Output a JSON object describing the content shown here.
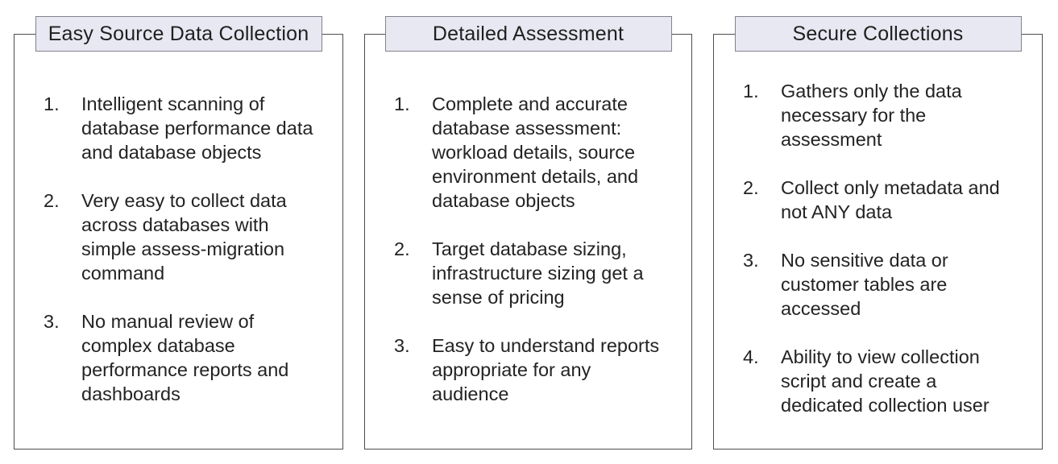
{
  "colors": {
    "background": "#ffffff",
    "panel_border": "#4d4d4d",
    "header_fill": "#e8e8f2",
    "header_border": "#82828c",
    "text": "#232323"
  },
  "panels": [
    {
      "title": "Easy Source Data Collection",
      "items": [
        {
          "num": "1.",
          "text": "Intelligent scanning of\ndatabase performance data\nand database objects"
        },
        {
          "num": "2.",
          "text": "Very easy to collect data\nacross databases with\nsimple assess-migration\ncommand"
        },
        {
          "num": "3.",
          "text": "No manual review of\ncomplex database\nperformance reports and\ndashboards"
        }
      ]
    },
    {
      "title": "Detailed Assessment",
      "items": [
        {
          "num": "1.",
          "text": "Complete and accurate\ndatabase assessment:\nworkload details, source\nenvironment details, and\ndatabase objects"
        },
        {
          "num": "2.",
          "text": "Target database sizing,\ninfrastructure sizing get a\nsense of pricing"
        },
        {
          "num": "3.",
          "text": "Easy to understand reports\nappropriate for any\naudience"
        }
      ]
    },
    {
      "title": "Secure Collections",
      "items": [
        {
          "num": "1.",
          "text": "Gathers only the data\nnecessary for the\nassessment"
        },
        {
          "num": "2.",
          "text": "Collect only metadata and\nnot ANY data"
        },
        {
          "num": "3.",
          "text": "No sensitive data or\ncustomer tables are\naccessed"
        },
        {
          "num": "4.",
          "text": "Ability to view collection\nscript and create a\ndedicated collection user"
        }
      ]
    }
  ]
}
